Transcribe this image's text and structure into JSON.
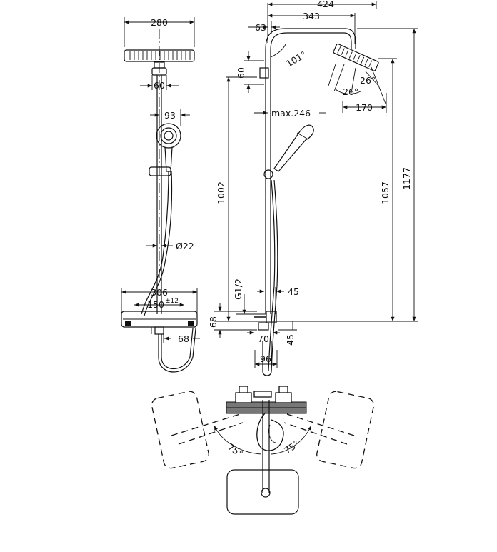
{
  "dims": {
    "front_head_width": "280",
    "front_arm_mount": "60",
    "front_handshower": "93",
    "front_rail_diameter": "Ø22",
    "front_thermostat_width": "306",
    "front_inlet_spacing": "150",
    "front_inlet_tolerance": "±12",
    "front_spout": "68",
    "side_total_reach": "424",
    "side_arm_reach": "343",
    "side_wall_offset": "63",
    "side_arm_angle": "101°",
    "side_arm_height": "60",
    "side_spray_angle_a": "26°",
    "side_spray_angle_b": "26°",
    "side_head_diameter": "170",
    "side_handshower_max": "max.246",
    "side_height_1002": "1002",
    "side_height_1057": "1057",
    "side_height_1177": "1177",
    "side_thread": "G1/2",
    "side_thermo_offset": "45",
    "side_thermo_height": "68",
    "side_spout_depth": "70",
    "side_spout_rise": "45",
    "side_spout_length": "96",
    "top_swivel_left": "75°",
    "top_swivel_right": "75°"
  }
}
